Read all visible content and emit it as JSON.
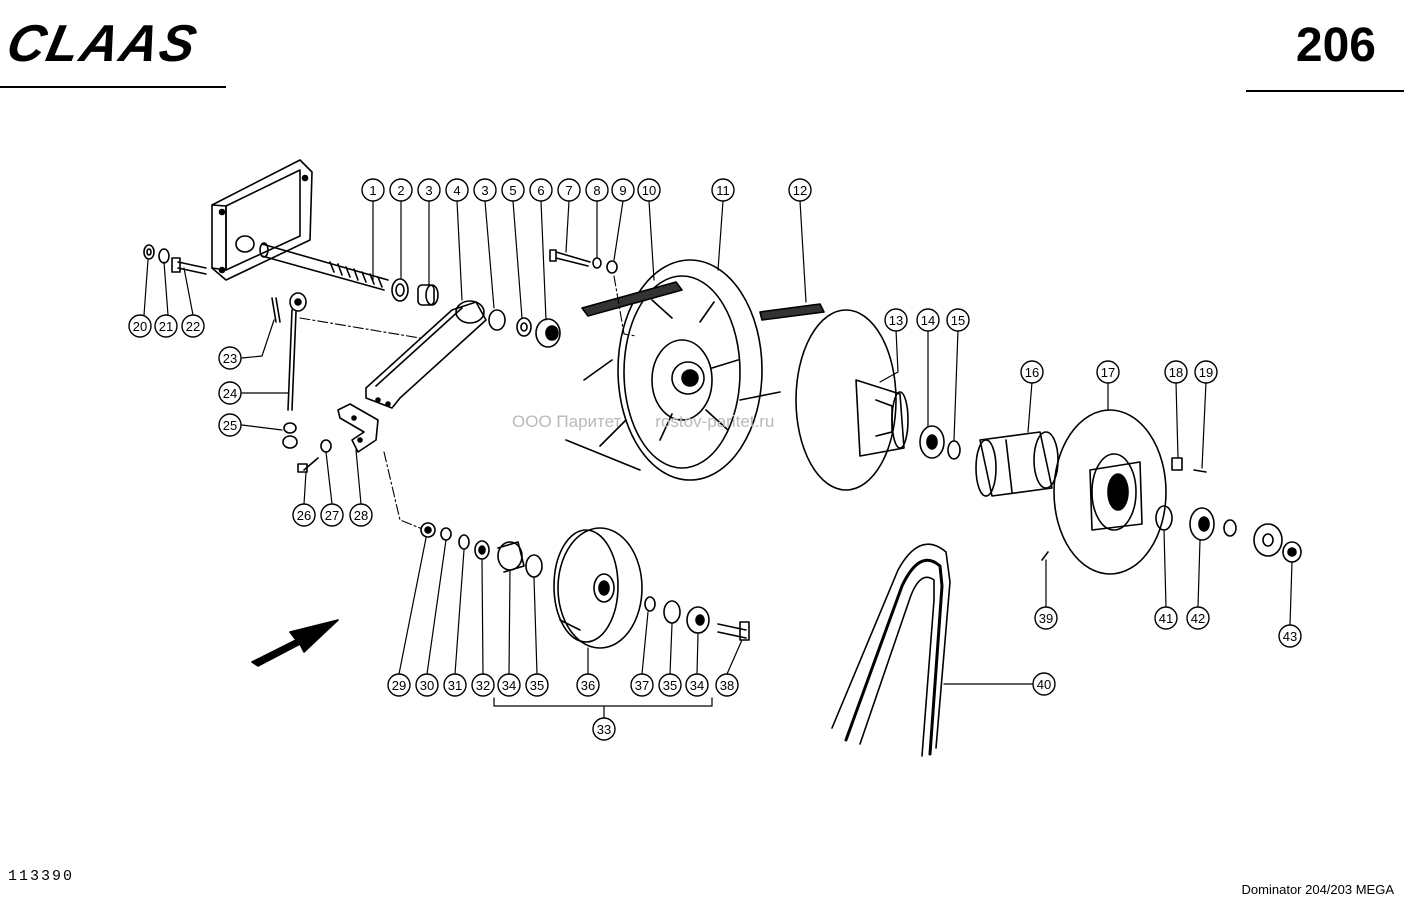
{
  "header": {
    "brand": "CLAAS",
    "page_number": "206"
  },
  "footer": {
    "document_id": "113390",
    "model": "Dominator 204/203 MEGA"
  },
  "watermark": {
    "company": "ООО Паритет",
    "site": "rostov-paritet.ru"
  },
  "callouts": [
    {
      "label": "1"
    },
    {
      "label": "2"
    },
    {
      "label": "3"
    },
    {
      "label": "4"
    },
    {
      "label": "3"
    },
    {
      "label": "5"
    },
    {
      "label": "6"
    },
    {
      "label": "7"
    },
    {
      "label": "8"
    },
    {
      "label": "9"
    },
    {
      "label": "10"
    },
    {
      "label": "11"
    },
    {
      "label": "12"
    },
    {
      "label": "20"
    },
    {
      "label": "21"
    },
    {
      "label": "22"
    },
    {
      "label": "23"
    },
    {
      "label": "24"
    },
    {
      "label": "25"
    },
    {
      "label": "26"
    },
    {
      "label": "27"
    },
    {
      "label": "28"
    },
    {
      "label": "13"
    },
    {
      "label": "14"
    },
    {
      "label": "15"
    },
    {
      "label": "16"
    },
    {
      "label": "17"
    },
    {
      "label": "18"
    },
    {
      "label": "19"
    },
    {
      "label": "39"
    },
    {
      "label": "41"
    },
    {
      "label": "42"
    },
    {
      "label": "43"
    },
    {
      "label": "29"
    },
    {
      "label": "30"
    },
    {
      "label": "31"
    },
    {
      "label": "32"
    },
    {
      "label": "34"
    },
    {
      "label": "35"
    },
    {
      "label": "36"
    },
    {
      "label": "37"
    },
    {
      "label": "35"
    },
    {
      "label": "34"
    },
    {
      "label": "38"
    },
    {
      "label": "33"
    },
    {
      "label": "40"
    }
  ]
}
